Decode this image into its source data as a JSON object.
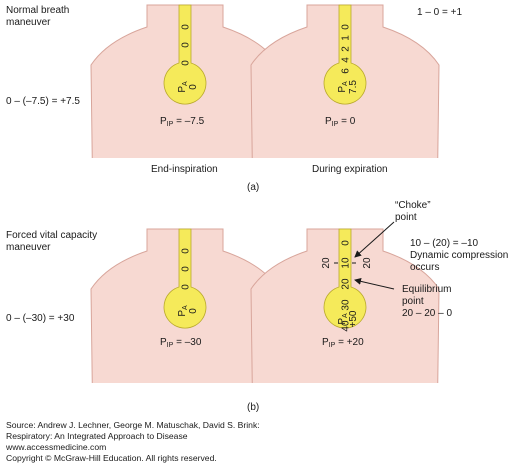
{
  "colors": {
    "torso_fill": "#f7d9d2",
    "torso_stroke": "#d8a59b",
    "airway_fill": "#f5ea5a",
    "airway_stroke": "#b9a92c",
    "text": "#1a1a1a"
  },
  "panel_a": {
    "panel_label": "(a)",
    "maneuver": [
      "Normal breath",
      "maneuver"
    ],
    "left_equation": "0 – (–7.5) = +7.5",
    "right_equation": "1 – 0 = +1",
    "left": {
      "caption": "End-inspiration",
      "pip_label": "P",
      "pip_sub": "IP",
      "pip_value": " = –7.5",
      "pa_label": "P",
      "pa_sub": "A",
      "pa_value": "0",
      "airway_values": [
        "0",
        "0",
        "0"
      ]
    },
    "right": {
      "caption": "During expiration",
      "pip_label": "P",
      "pip_sub": "IP",
      "pip_value": " = 0",
      "pa_label": "P",
      "pa_sub": "A",
      "pa_value": "7.5",
      "airway_values": [
        "0",
        "1",
        "2",
        "4",
        "6"
      ]
    }
  },
  "panel_b": {
    "panel_label": "(b)",
    "maneuver": [
      "Forced vital capacity",
      "maneuver"
    ],
    "left_equation": "0 – (–30) = +30",
    "choke_point": [
      "“Choke”",
      "point"
    ],
    "dynamic_compression": [
      "10 – (20) = –10",
      "Dynamic compression",
      "occurs"
    ],
    "equilibrium_point": [
      "Equilibrium",
      "point",
      "20 – 20 – 0"
    ],
    "left": {
      "caption": "",
      "pip_label": "P",
      "pip_sub": "IP",
      "pip_value": " = –30",
      "pa_label": "P",
      "pa_sub": "A",
      "pa_value": "0",
      "airway_values": [
        "0",
        "0",
        "0"
      ]
    },
    "right": {
      "caption": "",
      "pip_label": "P",
      "pip_sub": "IP",
      "pip_value": " = +20",
      "pa_label": "P",
      "pa_sub": "A",
      "pa_value": "+50",
      "airway_values": [
        "0",
        "10",
        "20",
        "30",
        "40"
      ],
      "side_left": "20",
      "side_right": "20"
    }
  },
  "source": [
    "Source: Andrew J. Lechner, George M. Matuschak, David S. Brink:",
    "Respiratory: An Integrated Approach to Disease",
    "www.accessmedicine.com",
    "Copyright © McGraw-Hill Education.  All rights reserved."
  ]
}
